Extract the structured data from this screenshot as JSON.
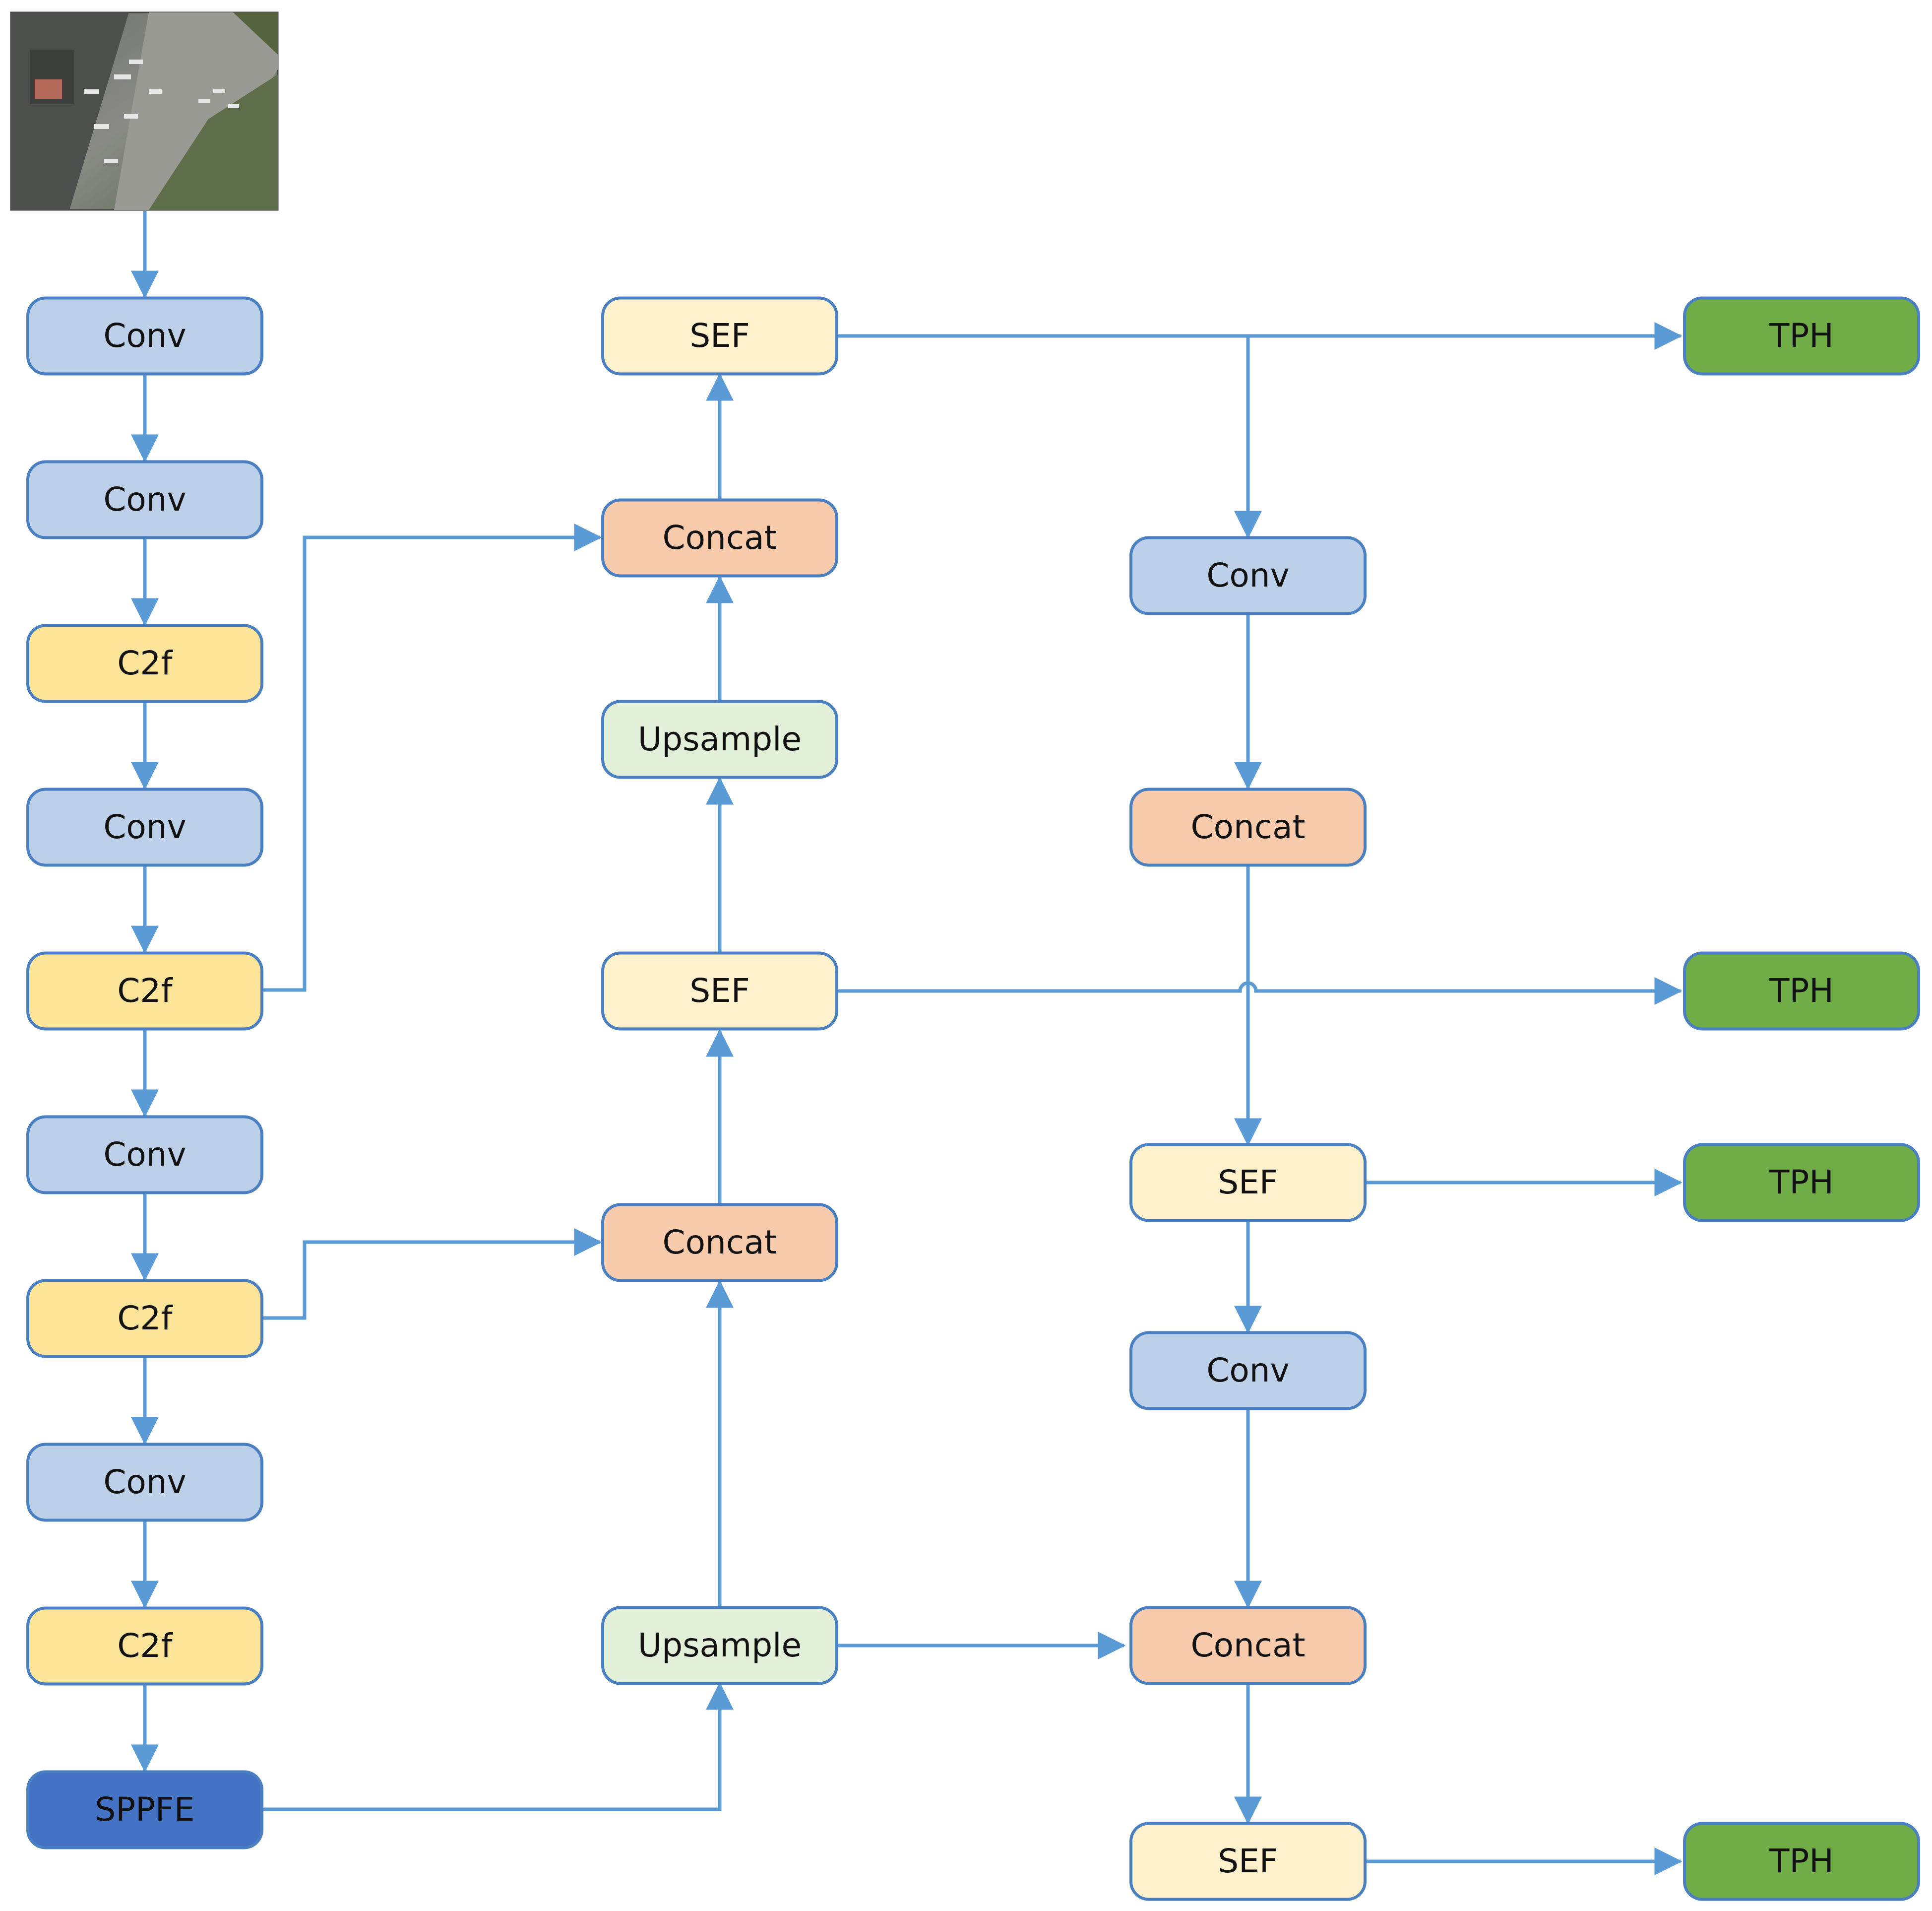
{
  "colors": {
    "stroke": "#5b9bd5",
    "box_border": "#4a7fc1",
    "conv_fill": "#bcd0ea",
    "c2f_fill": "#fee599",
    "sppfe_fill": "#4472c4",
    "sef_fill": "#fff2cc",
    "concat_fill": "#f7cbac",
    "upsample_fill": "#e2efd9",
    "tph_fill": "#70ad47",
    "text": "#111111"
  },
  "input_image": {
    "icon": "aerial-airport-photo",
    "description_hidden": true
  },
  "nodes": {
    "b_conv1": {
      "label": "Conv"
    },
    "b_conv2": {
      "label": "Conv"
    },
    "b_c2f1": {
      "label": "C2f"
    },
    "b_conv3": {
      "label": "Conv"
    },
    "b_c2f2": {
      "label": "C2f"
    },
    "b_conv4": {
      "label": "Conv"
    },
    "b_c2f3": {
      "label": "C2f"
    },
    "b_conv5": {
      "label": "Conv"
    },
    "b_c2f4": {
      "label": "C2f"
    },
    "b_sppfe": {
      "label": "SPPFE"
    },
    "n_sef1": {
      "label": "SEF"
    },
    "n_concat1": {
      "label": "Concat"
    },
    "n_upsample1": {
      "label": "Upsample"
    },
    "n_sef2": {
      "label": "SEF"
    },
    "n_concat2": {
      "label": "Concat"
    },
    "n_upsample2": {
      "label": "Upsample"
    },
    "p_conv1": {
      "label": "Conv"
    },
    "p_concat1": {
      "label": "Concat"
    },
    "p_sef1": {
      "label": "SEF"
    },
    "p_conv2": {
      "label": "Conv"
    },
    "p_concat2": {
      "label": "Concat"
    },
    "p_sef2": {
      "label": "SEF"
    },
    "tph1": {
      "label": "TPH"
    },
    "tph2": {
      "label": "TPH"
    },
    "tph3": {
      "label": "TPH"
    },
    "tph4": {
      "label": "TPH"
    }
  }
}
